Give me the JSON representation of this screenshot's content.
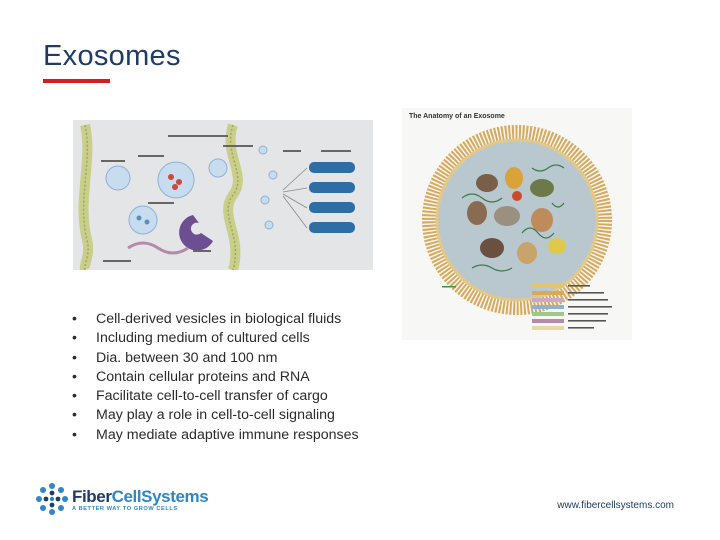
{
  "slide": {
    "title": "Exosomes",
    "bullets": [
      "Cell-derived vesicles in biological fluids",
      "Including medium of cultured cells",
      "Dia. between 30 and 100 nm",
      "Contain cellular proteins and RNA",
      "Facilitate cell-to-cell transfer of cargo",
      "May play a role in cell-to-cell signaling",
      "May mediate adaptive immune responses"
    ],
    "bullet_symbol": "•",
    "figure_right_title": "The Anatomy of an Exosome",
    "logo": {
      "name_part1": "Fiber",
      "name_part2": "CellSystems",
      "tagline": "A BETTER WAY TO GROW CELLS"
    },
    "website": "www.fibercellsystems.com",
    "colors": {
      "title": "#1f3b66",
      "accent_bar": "#d21f1f",
      "logo_blue": "#2f86c8",
      "logo_navy": "#1f3b66"
    }
  }
}
